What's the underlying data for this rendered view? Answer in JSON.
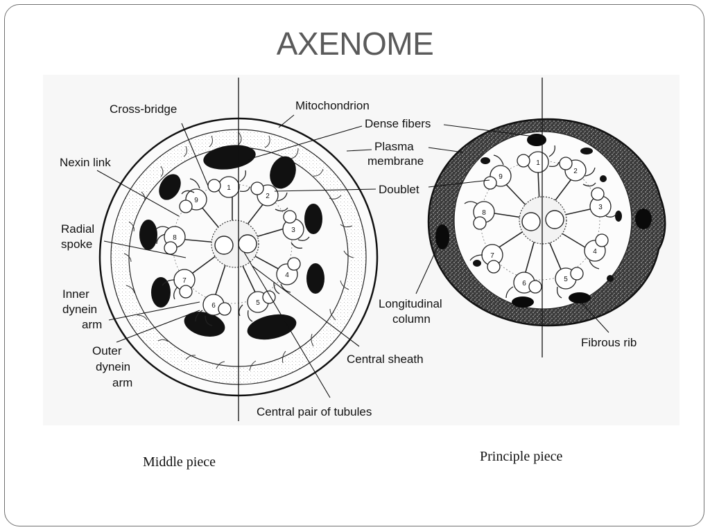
{
  "title": "AXENOME",
  "captions": {
    "left": "Middle piece",
    "right": "Principle piece"
  },
  "labels": {
    "cross_bridge": "Cross-bridge",
    "nexin_link": "Nexin link",
    "radial_spoke_1": "Radial",
    "radial_spoke_2": "spoke",
    "inner_dynein_1": "Inner",
    "inner_dynein_2": "dynein",
    "inner_dynein_3": "arm",
    "outer_dynein_1": "Outer",
    "outer_dynein_2": "dynein",
    "outer_dynein_3": "arm",
    "mitochondrion": "Mitochondrion",
    "dense_fibers": "Dense fibers",
    "plasma_membrane_1": "Plasma",
    "plasma_membrane_2": "membrane",
    "doublet": "Doublet",
    "central_sheath": "Central sheath",
    "central_pair": "Central pair of tubules",
    "longitudinal_1": "Longitudinal",
    "longitudinal_2": "column",
    "fibrous_rib": "Fibrous rib"
  },
  "doublet_numbers": [
    "1",
    "2",
    "3",
    "4",
    "5",
    "6",
    "7",
    "8",
    "9"
  ]
}
